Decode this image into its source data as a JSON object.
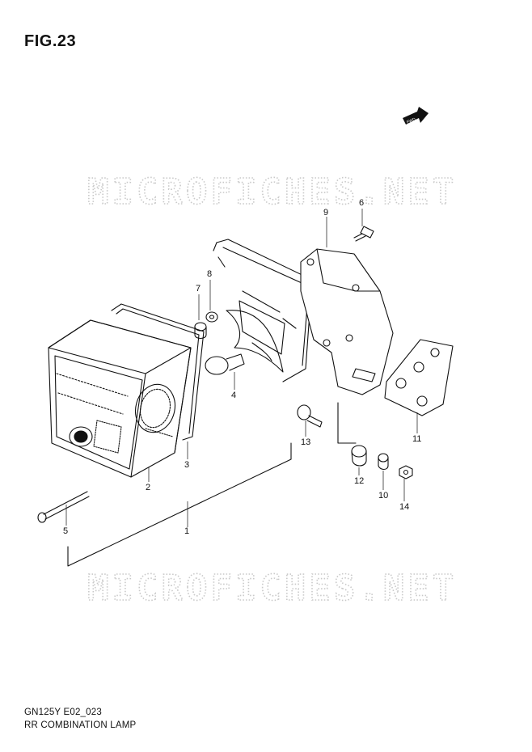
{
  "figure": {
    "title": "FIG.23"
  },
  "footer": {
    "model_code": "GN125Y E02_023",
    "section_name": "RR COMBINATION LAMP"
  },
  "watermark": {
    "text": "MICROFICHES.NET"
  },
  "direction_badge": {
    "label": "FWD",
    "icon": "fwd-arrow-icon"
  },
  "parts": [
    {
      "callout": "1"
    },
    {
      "callout": "2"
    },
    {
      "callout": "3"
    },
    {
      "callout": "4"
    },
    {
      "callout": "5"
    },
    {
      "callout": "6"
    },
    {
      "callout": "7"
    },
    {
      "callout": "8"
    },
    {
      "callout": "9"
    },
    {
      "callout": "10"
    },
    {
      "callout": "11"
    },
    {
      "callout": "12"
    },
    {
      "callout": "13"
    },
    {
      "callout": "14"
    }
  ],
  "colors": {
    "ink": "#111111",
    "watermark": "#c9c9c9",
    "background": "#ffffff"
  }
}
